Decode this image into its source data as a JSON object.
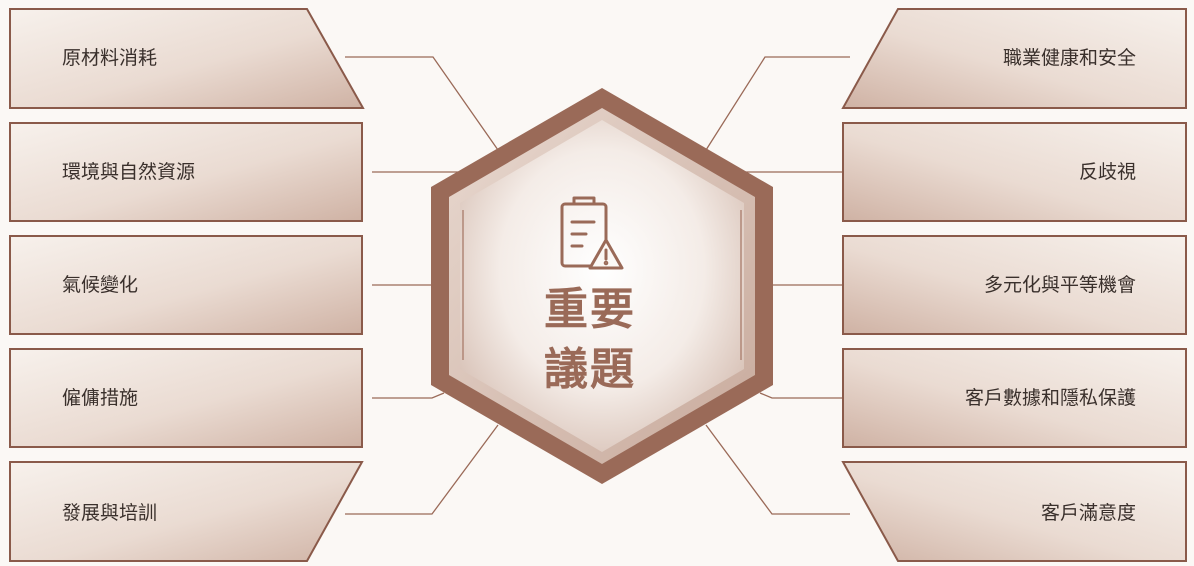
{
  "center": {
    "title_line1": "重要",
    "title_line2": "議題",
    "icon": "clipboard-warning-icon"
  },
  "left_items": [
    {
      "label": "原材料消耗"
    },
    {
      "label": "環境與自然資源"
    },
    {
      "label": "氣候變化"
    },
    {
      "label": "僱傭措施"
    },
    {
      "label": "發展與培訓"
    }
  ],
  "right_items": [
    {
      "label": "職業健康和安全"
    },
    {
      "label": "反歧視"
    },
    {
      "label": "多元化與平等機會"
    },
    {
      "label": "客戶數據和隱私保護"
    },
    {
      "label": "客戶滿意度"
    }
  ],
  "colors": {
    "accent": "#9a6a58",
    "box_border": "#8a5a4a",
    "box_fill_start": "#f3ebe6",
    "box_fill_end": "#d9c3b8",
    "connector": "#9a6a58"
  }
}
